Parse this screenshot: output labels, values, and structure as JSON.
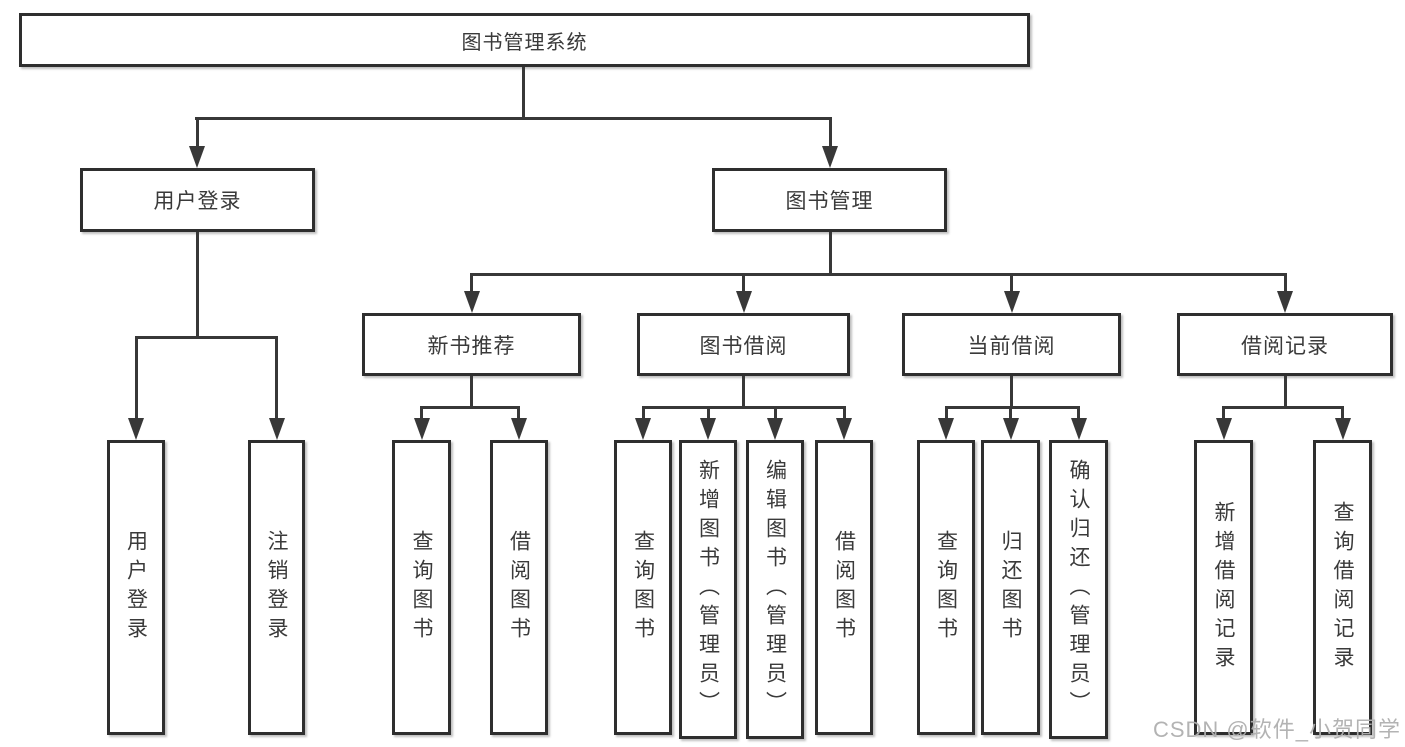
{
  "diagram": {
    "tree": {
      "root": {
        "label": "图书管理系统"
      },
      "user_login": {
        "label": "用户登录",
        "children": [
          {
            "label": "用户登录"
          },
          {
            "label": "注销登录"
          }
        ]
      },
      "book_mgmt": {
        "label": "图书管理"
      },
      "new_book": {
        "label": "新书推荐",
        "children": [
          {
            "label": "查询图书"
          },
          {
            "label": "借阅图书"
          }
        ]
      },
      "book_borrow": {
        "label": "图书借阅",
        "children": [
          {
            "label": "查询图书"
          },
          {
            "label": "新增图书（管理员）"
          },
          {
            "label": "编辑图书（管理员）"
          },
          {
            "label": "借阅图书"
          }
        ]
      },
      "current_borrow": {
        "label": "当前借阅",
        "children": [
          {
            "label": "查询图书"
          },
          {
            "label": "归还图书"
          },
          {
            "label": "确认归还（管理员）"
          }
        ]
      },
      "borrow_records": {
        "label": "借阅记录",
        "children": [
          {
            "label": "新增借阅记录"
          },
          {
            "label": "查询借阅记录"
          }
        ]
      }
    },
    "colors": {
      "line": "#383838",
      "border": "#2e2e2e",
      "text": "#3a3a3a",
      "background": "#ffffff",
      "watermark": "#afafaf"
    }
  },
  "watermark": {
    "text": "CSDN @软件_小贺同学"
  }
}
